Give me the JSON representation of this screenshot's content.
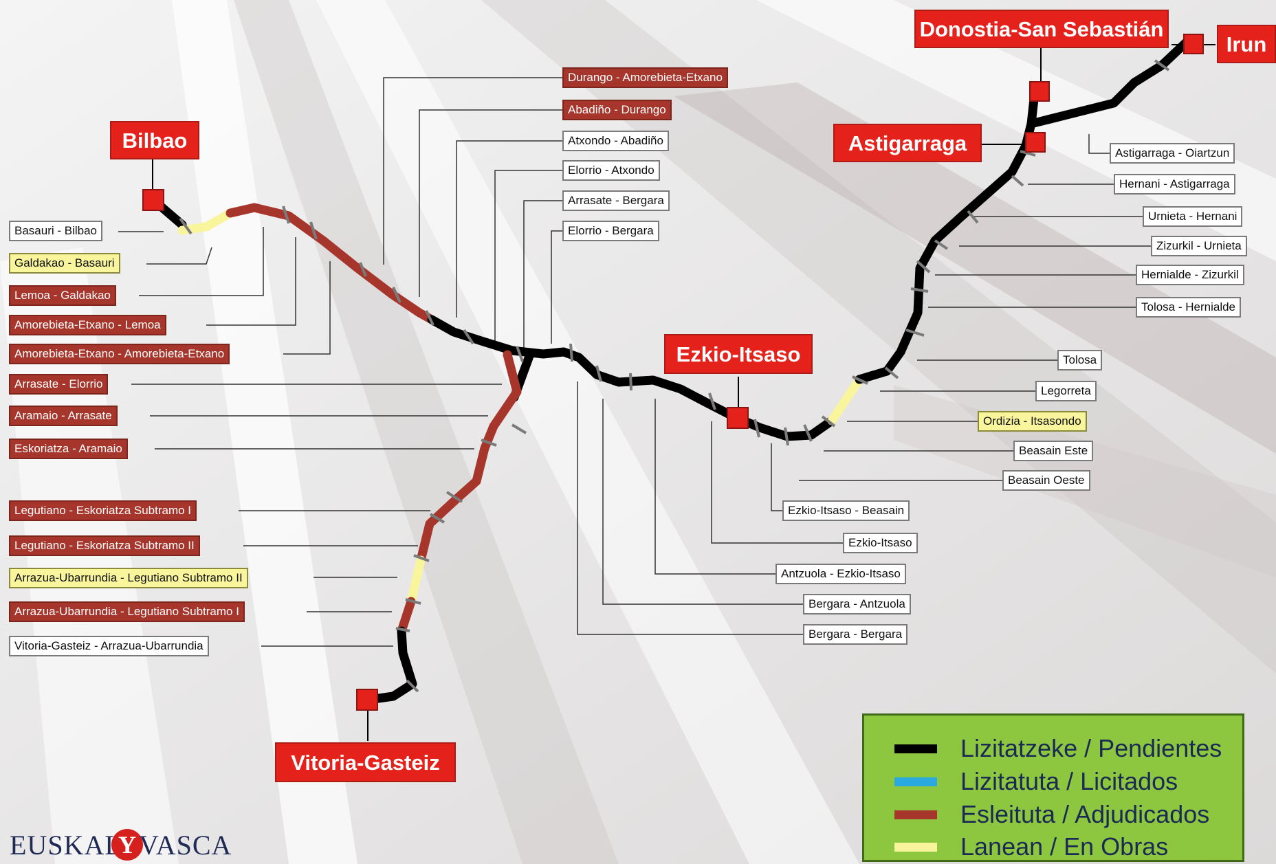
{
  "cities": [
    {
      "id": "bilbao",
      "label": "Bilbao"
    },
    {
      "id": "vitoria",
      "label": "Vitoria-Gasteiz"
    },
    {
      "id": "ezkio",
      "label": "Ezkio-Itsaso"
    },
    {
      "id": "astigarraga",
      "label": "Astigarraga"
    },
    {
      "id": "donostia",
      "label": "Donostia-San Sebastián"
    },
    {
      "id": "irun",
      "label": "Irun"
    }
  ],
  "segments": [
    {
      "label": "Basauri - Bilbao",
      "status": "pending"
    },
    {
      "label": "Galdakao - Basauri",
      "status": "works"
    },
    {
      "label": "Lemoa - Galdakao",
      "status": "awarded"
    },
    {
      "label": "Amorebieta-Etxano - Lemoa",
      "status": "awarded"
    },
    {
      "label": "Amorebieta-Etxano - Amorebieta-Etxano",
      "status": "awarded"
    },
    {
      "label": "Arrasate - Elorrio",
      "status": "awarded"
    },
    {
      "label": "Aramaio - Arrasate",
      "status": "awarded"
    },
    {
      "label": "Eskoriatza - Aramaio",
      "status": "awarded"
    },
    {
      "label": "Legutiano - Eskoriatza Subtramo I",
      "status": "awarded"
    },
    {
      "label": "Legutiano - Eskoriatza Subtramo II",
      "status": "awarded"
    },
    {
      "label": "Arrazua-Ubarrundia - Legutiano Subtramo II",
      "status": "works"
    },
    {
      "label": "Arrazua-Ubarrundia - Legutiano Subtramo I",
      "status": "awarded"
    },
    {
      "label": "Vitoria-Gasteiz - Arrazua-Ubarrundia",
      "status": "pending"
    },
    {
      "label": "Durango - Amorebieta-Etxano",
      "status": "awarded"
    },
    {
      "label": "Abadiño - Durango",
      "status": "awarded"
    },
    {
      "label": "Atxondo - Abadiño",
      "status": "pending"
    },
    {
      "label": "Elorrio - Atxondo",
      "status": "pending"
    },
    {
      "label": "Arrasate - Bergara",
      "status": "pending"
    },
    {
      "label": "Elorrio - Bergara",
      "status": "pending"
    },
    {
      "label": "Ezkio-Itsaso - Beasain",
      "status": "pending"
    },
    {
      "label": "Ezkio-Itsaso",
      "status": "pending"
    },
    {
      "label": "Antzuola - Ezkio-Itsaso",
      "status": "pending"
    },
    {
      "label": "Bergara - Antzuola",
      "status": "pending"
    },
    {
      "label": "Bergara - Bergara",
      "status": "pending"
    },
    {
      "label": "Astigarraga - Oiartzun",
      "status": "pending"
    },
    {
      "label": "Hernani - Astigarraga",
      "status": "pending"
    },
    {
      "label": "Urnieta - Hernani",
      "status": "pending"
    },
    {
      "label": "Zizurkil - Urnieta",
      "status": "pending"
    },
    {
      "label": "Hernialde - Zizurkil",
      "status": "pending"
    },
    {
      "label": "Tolosa - Hernialde",
      "status": "pending"
    },
    {
      "label": "Tolosa",
      "status": "pending"
    },
    {
      "label": "Legorreta",
      "status": "pending"
    },
    {
      "label": "Ordizia - Itsasondo",
      "status": "works"
    },
    {
      "label": "Beasain Este",
      "status": "pending"
    },
    {
      "label": "Beasain Oeste",
      "status": "pending"
    }
  ],
  "legend": [
    {
      "label": "Lizitatzeke / Pendientes",
      "color": "#000000"
    },
    {
      "label": "Lizitatuta / Licitados",
      "color": "#2aa8e0"
    },
    {
      "label": "Esleituta / Adjudicados",
      "color": "#a6362c"
    },
    {
      "label": "Lanean / En Obras",
      "color": "#f8f59d"
    }
  ],
  "logo": {
    "left": "EUSKAL",
    "mark": "Y",
    "right": "VASCA"
  },
  "colors": {
    "pending": "#000000",
    "awarded": "#a6362c",
    "works": "#f8f59d",
    "station": "#e4221b",
    "legend_bg": "#8dc63f"
  }
}
